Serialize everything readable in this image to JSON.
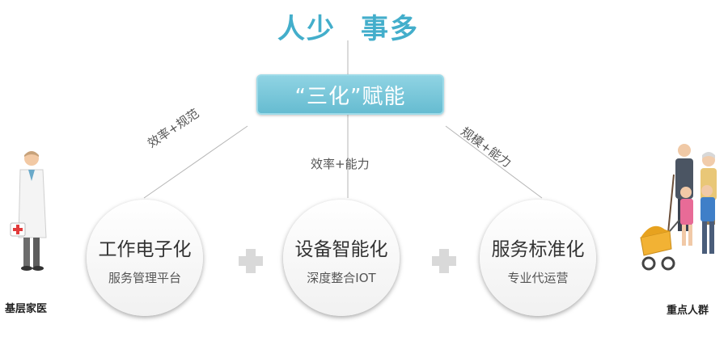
{
  "headline": {
    "left": "人少",
    "right": "事多"
  },
  "center_box": {
    "label": "“三化”赋能"
  },
  "branches": {
    "left": "效率+规范",
    "middle": "效率+能力",
    "right": "规模+能力"
  },
  "circles": [
    {
      "title": "工作电子化",
      "subtitle": "服务管理平台"
    },
    {
      "title": "设备智能化",
      "subtitle": "深度整合IOT"
    },
    {
      "title": "服务标准化",
      "subtitle": "专业代运营"
    }
  ],
  "actors": {
    "left": {
      "label": "基层家医",
      "icon": "doctor-icon"
    },
    "right": {
      "label": "重点人群",
      "icon": "family-icon"
    }
  },
  "colors": {
    "accent": "#43aecb",
    "box": "#79c6d9",
    "plus": "#d9d9d9"
  }
}
